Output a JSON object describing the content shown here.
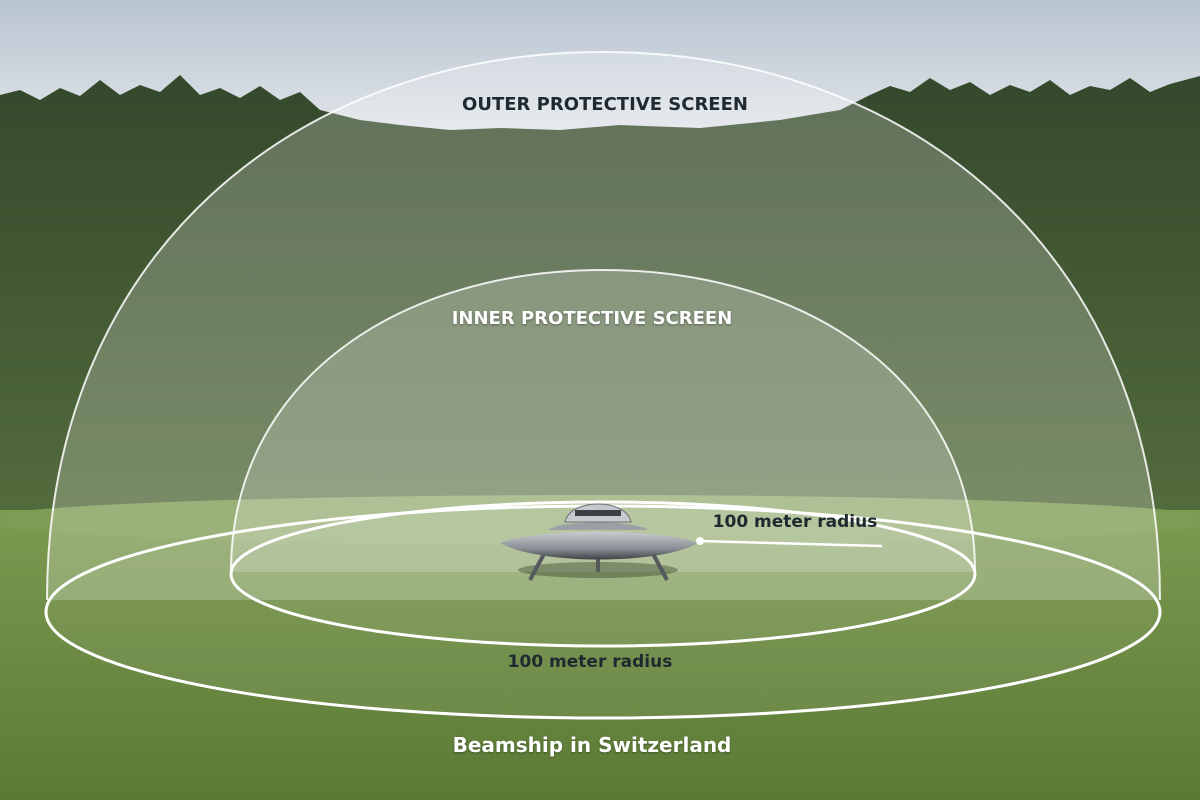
{
  "labels": {
    "outer_screen": "OUTER PROTECTIVE SCREEN",
    "inner_screen": "INNER PROTECTIVE SCREEN",
    "inner_radius": "100 meter radius",
    "outer_radius": "100 meter radius",
    "caption": "Beamship in Switzerland"
  },
  "colors": {
    "sky": "#c9d3dc",
    "forest": "#3f5a35",
    "grass": "#6f8b45",
    "dome_edge": "#ffffff"
  }
}
